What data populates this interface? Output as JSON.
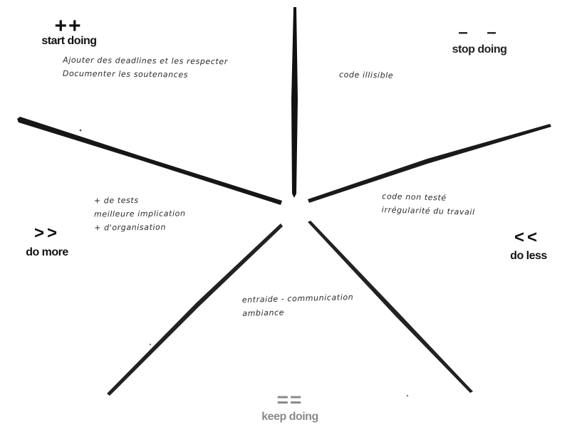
{
  "board": {
    "sections": {
      "start": {
        "symbol": "++",
        "title": "start doing",
        "notes": [
          "Ajouter des deadlines et les respecter",
          "Documenter les soutenances"
        ]
      },
      "stop": {
        "symbol": "– –",
        "title": "stop doing",
        "notes": [
          "code illisible"
        ]
      },
      "more": {
        "symbol": ">>",
        "title": "do more",
        "notes": [
          "+ de tests",
          "meilleure implication",
          "+ d'organisation"
        ]
      },
      "less": {
        "symbol": "<<",
        "title": "do less",
        "notes": [
          "code non testé",
          "irrégularité du travail"
        ]
      },
      "keep": {
        "symbol": "==",
        "title": "keep doing",
        "notes": [
          "entraide - communication",
          "ambiance"
        ]
      }
    },
    "colors": {
      "ink": "#111111",
      "keep_accent": "#8a8a8a",
      "background": "#ffffff"
    }
  }
}
